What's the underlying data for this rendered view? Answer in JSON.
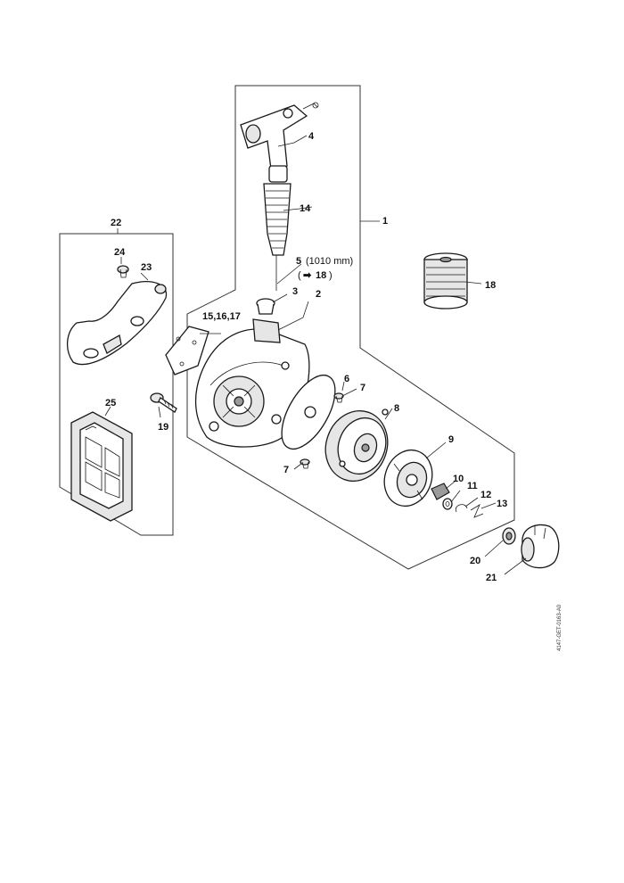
{
  "callouts": {
    "c1": "1",
    "c2": "2",
    "c3": "3",
    "c4": "4",
    "c5": "5",
    "c5_note": "(1010 mm)",
    "c5_ref": "18",
    "c6": "6",
    "c7a": "7",
    "c7b": "7",
    "c8": "8",
    "c9": "9",
    "c10": "10",
    "c11": "11",
    "c12": "12",
    "c13": "13",
    "c14": "14",
    "c15": "15,16,17",
    "c18": "18",
    "c19": "19",
    "c20": "20",
    "c21": "21",
    "c22": "22",
    "c23": "23",
    "c24": "24",
    "c25": "25"
  },
  "drawing_code": "4147-GET-0163-A0"
}
